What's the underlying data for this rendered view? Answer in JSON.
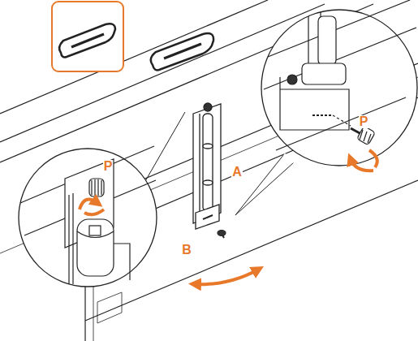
{
  "diagram": {
    "labels": [
      "P",
      "P",
      "A",
      "B"
    ]
  }
}
